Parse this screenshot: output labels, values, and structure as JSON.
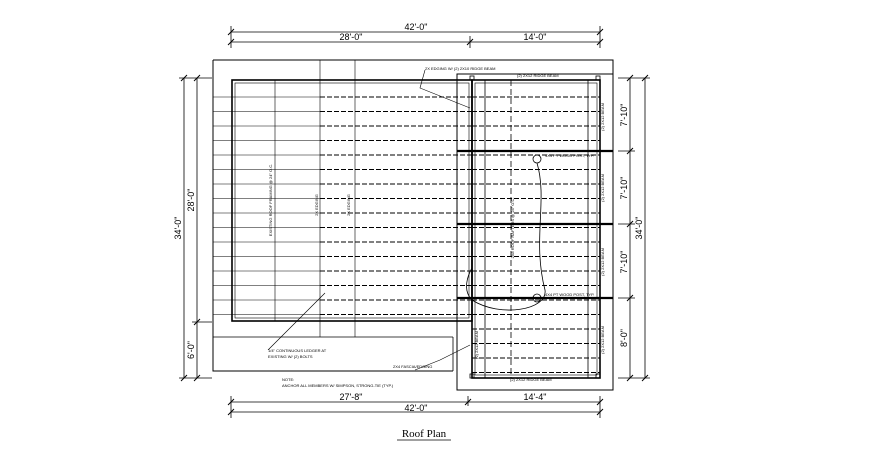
{
  "title": "Roof Plan",
  "top_dims": {
    "overall": "42'-0\"",
    "left": "28'-0\"",
    "right": "14'-0\""
  },
  "bottom_dims": {
    "overall": "42'-0\"",
    "left": "27'-8\"",
    "right": "14'-4\""
  },
  "left_dims": {
    "overall": "34'-0\"",
    "upper": "28'-0\"",
    "lower": "6'-0\""
  },
  "right_dims": {
    "overall": "34'-0\"",
    "seg1": "7'-10\"",
    "seg2": "7'-10\"",
    "seg3": "7'-10\"",
    "seg4": "8'-0\""
  },
  "notes": {
    "top_callout": "2X EDGING W/ (2) 2X10 RIDGE BEAM",
    "top_beam": "(2) 2X12 RIDGE BEAM",
    "bottom_beam": "(2) 2X12 RIDGE BEAM",
    "left_rafters": "EXISTING ROOF FRAMING @ 24\" O.C.",
    "left_edging_1": "2X EDGING",
    "left_edging_2": "2X EDGING",
    "ledger": "1/4\" CONTINUOUS LEDGER AT",
    "ledger_2": "EXISTING W/ (2) BOLTS",
    "note_head": "NOTE:",
    "note_body": "ANCHOR ALL MEMBERS W/ SIMPSON, STRONG-TIE (TYP.)",
    "fascia": "2X4 FASCIA/EDGING",
    "post_top": "4X4 PT WOOD POST, TYP.",
    "post_bottom": "4X4 PT WOOD POST, TYP.",
    "center_label": "2X8 ROOF RAFTERS @ 24\" O.C.",
    "beam_1": "(2) 2X12 BEAM",
    "beam_2": "(2) 2X12 BEAM",
    "beam_3": "(2) 2X12 BEAM",
    "beam_4": "(2) 2X12 BEAM",
    "beam_5": "(2) 2X12 BEAM"
  }
}
